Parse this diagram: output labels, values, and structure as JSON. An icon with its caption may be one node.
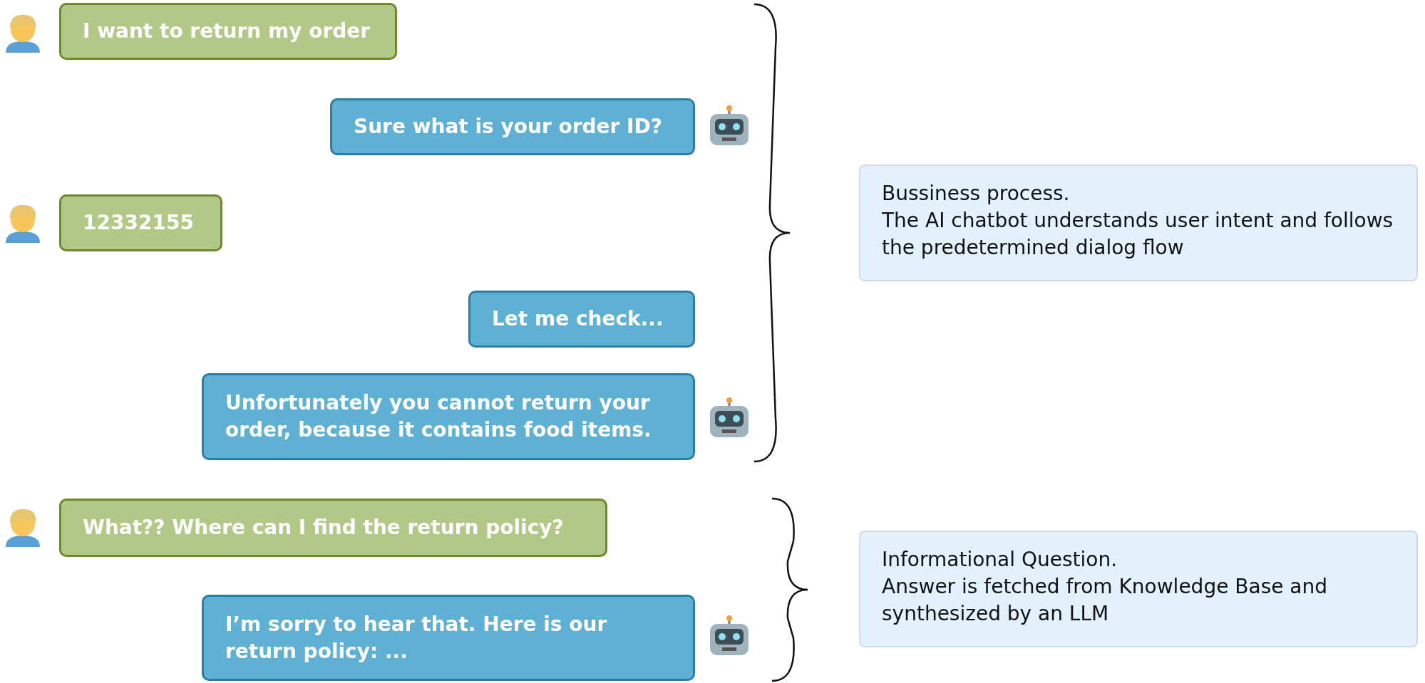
{
  "diagram": {
    "nodes": [
      {
        "text": [
          "I want to return my order"
        ]
      },
      {
        "text": [
          "Sure what is your order ID?"
        ]
      },
      {
        "text": [
          "12332155"
        ]
      },
      {
        "text": [
          "Let me check..."
        ]
      },
      {
        "text": [
          "Unfortunately you cannot return your order, because it contains food items."
        ]
      },
      {
        "text": [
          "Bussiness process.",
          "The AI chatbot understands user intent and follows the predetermined dialog flow"
        ]
      },
      {
        "text": [
          "What?? Where can I find the return policy?"
        ]
      },
      {
        "text": [
          "I’m sorry to hear that. Here is our return policy: ..."
        ]
      },
      {
        "text": [
          "Informational Question.",
          "Answer is fetched from Knowledge Base and synthesized by an LLM"
        ]
      }
    ],
    "edges": []
  }
}
